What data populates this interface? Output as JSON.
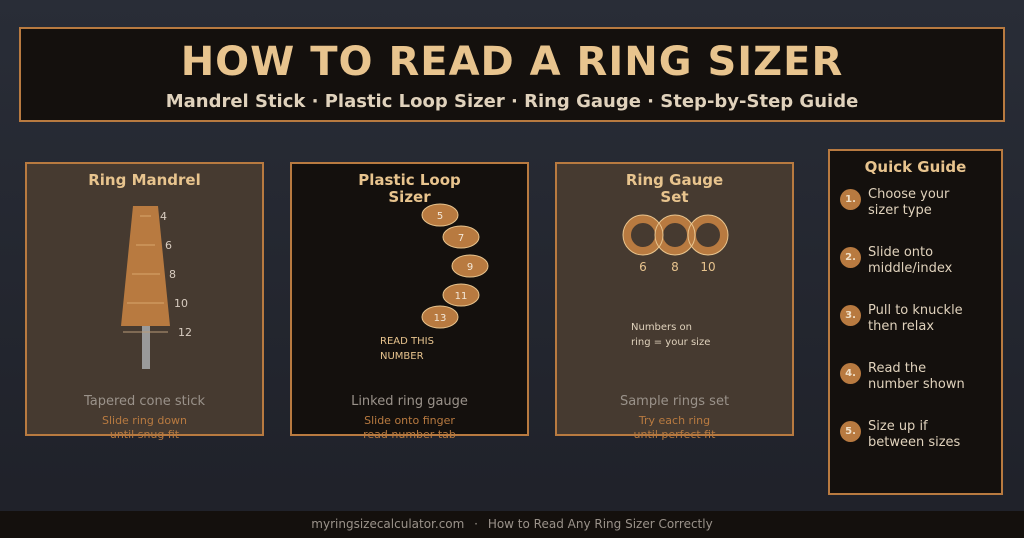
{
  "header": {
    "title": "HOW TO READ A RING SIZER",
    "subtitle": "Mandrel Stick · Plastic Loop Sizer · Ring Gauge · Step-by-Step Guide"
  },
  "panels": [
    {
      "title": "Ring Mandrel",
      "caption": "Tapered cone stick",
      "sub1": "Slide ring down",
      "sub2": "until snug fit",
      "marks": [
        "4",
        "6",
        "8",
        "10",
        "12"
      ]
    },
    {
      "title1": "Plastic Loop",
      "title2": "Sizer",
      "caption": "Linked ring gauge",
      "sub1": "Slide onto finger",
      "sub2": "read number tab",
      "tabs": [
        "5",
        "7",
        "9",
        "11",
        "13"
      ],
      "note1": "READ THIS",
      "note2": "NUMBER"
    },
    {
      "title1": "Ring Gauge",
      "title2": "Set",
      "caption": "Sample rings set",
      "sub1": "Try each ring",
      "sub2": "until perfect fit",
      "rings": [
        "6",
        "8",
        "10"
      ],
      "note1": "Numbers on",
      "note2": "ring = your size"
    }
  ],
  "guide": {
    "title": "Quick Guide",
    "steps": [
      {
        "n": "1.",
        "text": "Choose your\nsizer type"
      },
      {
        "n": "2.",
        "text": "Slide onto\nmiddle/index"
      },
      {
        "n": "3.",
        "text": "Pull to knuckle\nthen relax"
      },
      {
        "n": "4.",
        "text": "Read the\nnumber shown"
      },
      {
        "n": "5.",
        "text": "Size up if\nbetween sizes"
      }
    ]
  },
  "footer": {
    "site": "myringsizecalculator.com",
    "sep": "·",
    "tagline": "How to Read Any Ring Sizer Correctly"
  },
  "colors": {
    "accent": "#b87a40",
    "title": "#e8c48e",
    "panel_brown": "#463a30",
    "panel_dark": "#14100d"
  }
}
